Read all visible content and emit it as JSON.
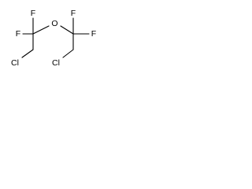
{
  "structure": {
    "atoms": {
      "oxygen": "O",
      "fluorine_left_upper": "F",
      "fluorine_left_side": "F",
      "fluorine_right_upper": "F",
      "fluorine_right_side": "F",
      "chlorine_left": "Cl",
      "chlorine_right": "Cl"
    }
  }
}
